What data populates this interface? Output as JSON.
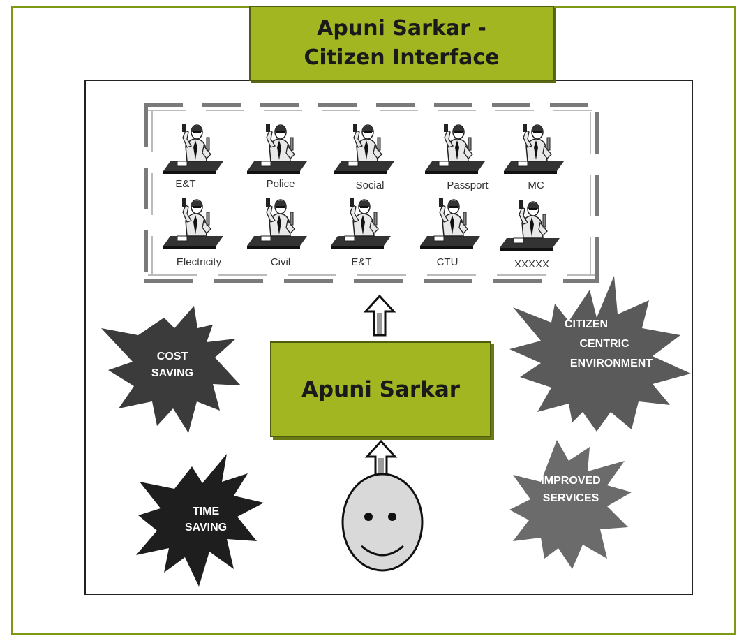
{
  "title": {
    "line1": "Apuni Sarkar -",
    "line2": "Citizen Interface"
  },
  "center_label": "Apuni Sarkar",
  "departments_row1": [
    "E&T",
    "Police",
    "Social",
    "Passport",
    "MC"
  ],
  "departments_row2": [
    "Electricity",
    "Civil",
    "E&T",
    "CTU",
    "XXXXX"
  ],
  "benefits": {
    "cost_saving": [
      "COST",
      "SAVING"
    ],
    "time_saving": [
      "TIME",
      "SAVING"
    ],
    "citizen_centric": [
      "CITIZEN",
      "CENTRIC",
      "ENVIRONMENT"
    ],
    "improved_services": [
      "IMPROVED",
      "SERVICES"
    ]
  },
  "icons": {
    "department_officer": "officer-at-desk-icon",
    "arrow": "up-arrow-icon",
    "citizen": "smiley-face-icon",
    "burst": "starburst-icon"
  },
  "colors": {
    "green_box": "#a1b621",
    "green_box_border": "#4f5c10",
    "page_border": "#7e9a14",
    "starburst_dark": "#3a3a3a",
    "starburst_mid": "#5a5a5a",
    "starburst_light": "#6b6b6b"
  }
}
